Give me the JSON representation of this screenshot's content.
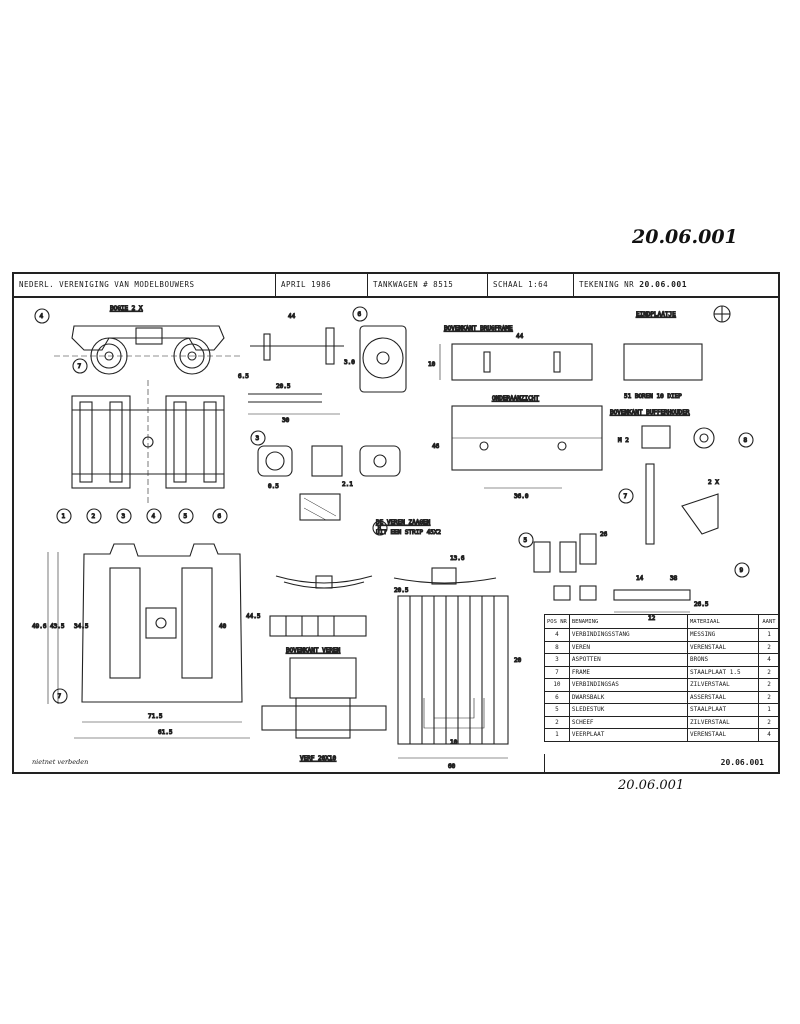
{
  "stamps": {
    "top": "20.06.001",
    "bottom": "20.06.001"
  },
  "title_block": {
    "organization": "NEDERL. VERENIGING VAN MODELBOUWERS",
    "date": "APRIL 1986",
    "wagon": "TANKWAGEN # 8515",
    "scale": "SCHAAL 1:64",
    "drawing_label": "TEKENING NR",
    "drawing_number": "20.06.001"
  },
  "views": {
    "bogie": "BOGIE 2 X",
    "bovenkant_brugframe": "BOVENKANT BRUGFRAME",
    "onderaanzicht": "ONDERAANZICHT",
    "eindplaat": "EINDPLAATJE",
    "bovenkant_buffer": "BOVENKANT BUFFERHOUDER",
    "veren_note_1": "DE VEREN ZAAGEN",
    "veren_note_2": "UIT EEN STRIP 45X2",
    "bovenkant_veren": "BOVENKANT VEREN",
    "verf": "VERF 20X10"
  },
  "dimensions": {
    "d1": "44",
    "d2": "30",
    "d3": "6.5",
    "d4": "20.5",
    "d5": "3.0",
    "d6": "44",
    "d7": "0.5",
    "d8": "46",
    "d9": "36.0",
    "d10": "10",
    "d11": "M 2",
    "d12": "2 X",
    "d13": "2.1",
    "d14": "13.6",
    "d15": "71.5",
    "d16": "61.5",
    "d17": "49.6",
    "d18": "43.5",
    "d19": "34.5",
    "d20": "40",
    "d21": "44.5",
    "d22": "60",
    "d23": "10",
    "d24": "26",
    "d25": "20",
    "d26": "20.5",
    "d27": "38",
    "d28": "14",
    "d29": "12",
    "d30": "26.5",
    "d31": "51 BOREN  10 DIEP"
  },
  "callouts": [
    "1",
    "2",
    "3",
    "4",
    "5",
    "6",
    "7",
    "8",
    "9"
  ],
  "bom": {
    "headers": [
      "POS NR",
      "BENAMING",
      "MATERIAAL",
      "AANT"
    ],
    "rows": [
      [
        "4",
        "VERBINDINGSSTANG",
        "MESSING",
        "1"
      ],
      [
        "8",
        "VEREN",
        "VERENSTAAL",
        "2"
      ],
      [
        "3",
        "ASPOTTEN",
        "BRONS",
        "4"
      ],
      [
        "7",
        "FRAME",
        "STAALPLAAT 1.5",
        "2"
      ],
      [
        "10",
        "VERBINDINGSAS",
        "ZILVERSTAAL",
        "2"
      ],
      [
        "6",
        "DWARSBALK",
        "ASSERSTAAL",
        "2"
      ],
      [
        "5",
        "SLEDESTUK",
        "STAALPLAAT",
        "1"
      ],
      [
        "2",
        "SCHEEF",
        "ZILVERSTAAL",
        "2"
      ],
      [
        "1",
        "VEERPLAAT",
        "VERENSTAAL",
        "4"
      ]
    ],
    "number": "20.06.001"
  },
  "note_bottom": "nietnet verbeden"
}
